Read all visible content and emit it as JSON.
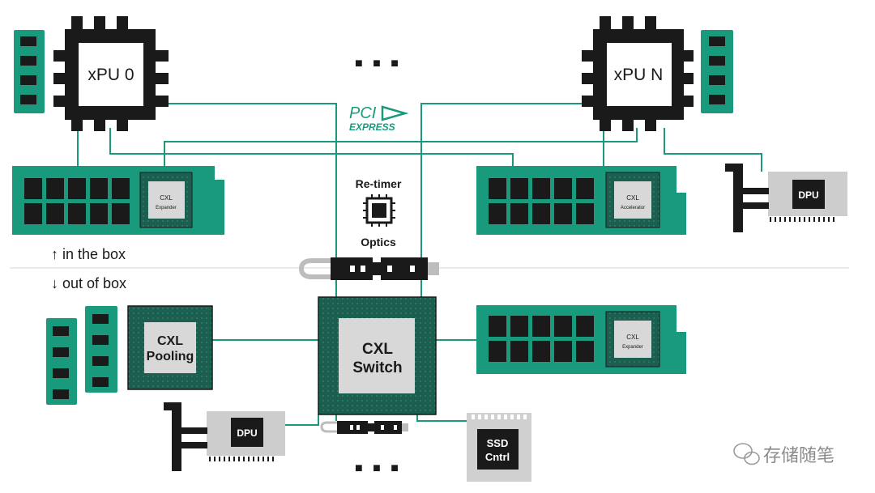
{
  "xpu_left": {
    "label": "xPU 0"
  },
  "xpu_right": {
    "label": "xPU N"
  },
  "ellipsis_top": "■ ■ ■",
  "ellipsis_bottom": "■ ■ ■",
  "pcie_logo": {
    "top": "PCI",
    "bottom": "EXPRESS"
  },
  "retimer": {
    "label": "Re-timer"
  },
  "optics": {
    "label": "Optics"
  },
  "cxl_expander_top": {
    "line1": "CXL",
    "line2": "Expander"
  },
  "cxl_accelerator": {
    "line1": "CXL",
    "line2": "Accelerator"
  },
  "dpu_top": {
    "label": "DPU"
  },
  "in_box": {
    "label": "↑ in the box"
  },
  "out_box": {
    "label": "↓ out of box"
  },
  "cxl_pooling": {
    "line1": "CXL",
    "line2": "Pooling"
  },
  "cxl_switch": {
    "line1": "CXL",
    "line2": "Switch"
  },
  "cxl_expander_bottom": {
    "line1": "CXL",
    "line2": "Expander"
  },
  "dpu_bottom": {
    "label": "DPU"
  },
  "ssd": {
    "line1": "SSD",
    "line2": "Cntrl"
  },
  "watermark": {
    "text": "存储随笔"
  },
  "colors": {
    "green": "#1a9a7c",
    "dark": "#1a1a1a",
    "chip_green": "#15624f",
    "gray": "#c8c8c8",
    "line": "#1a9a7c"
  }
}
